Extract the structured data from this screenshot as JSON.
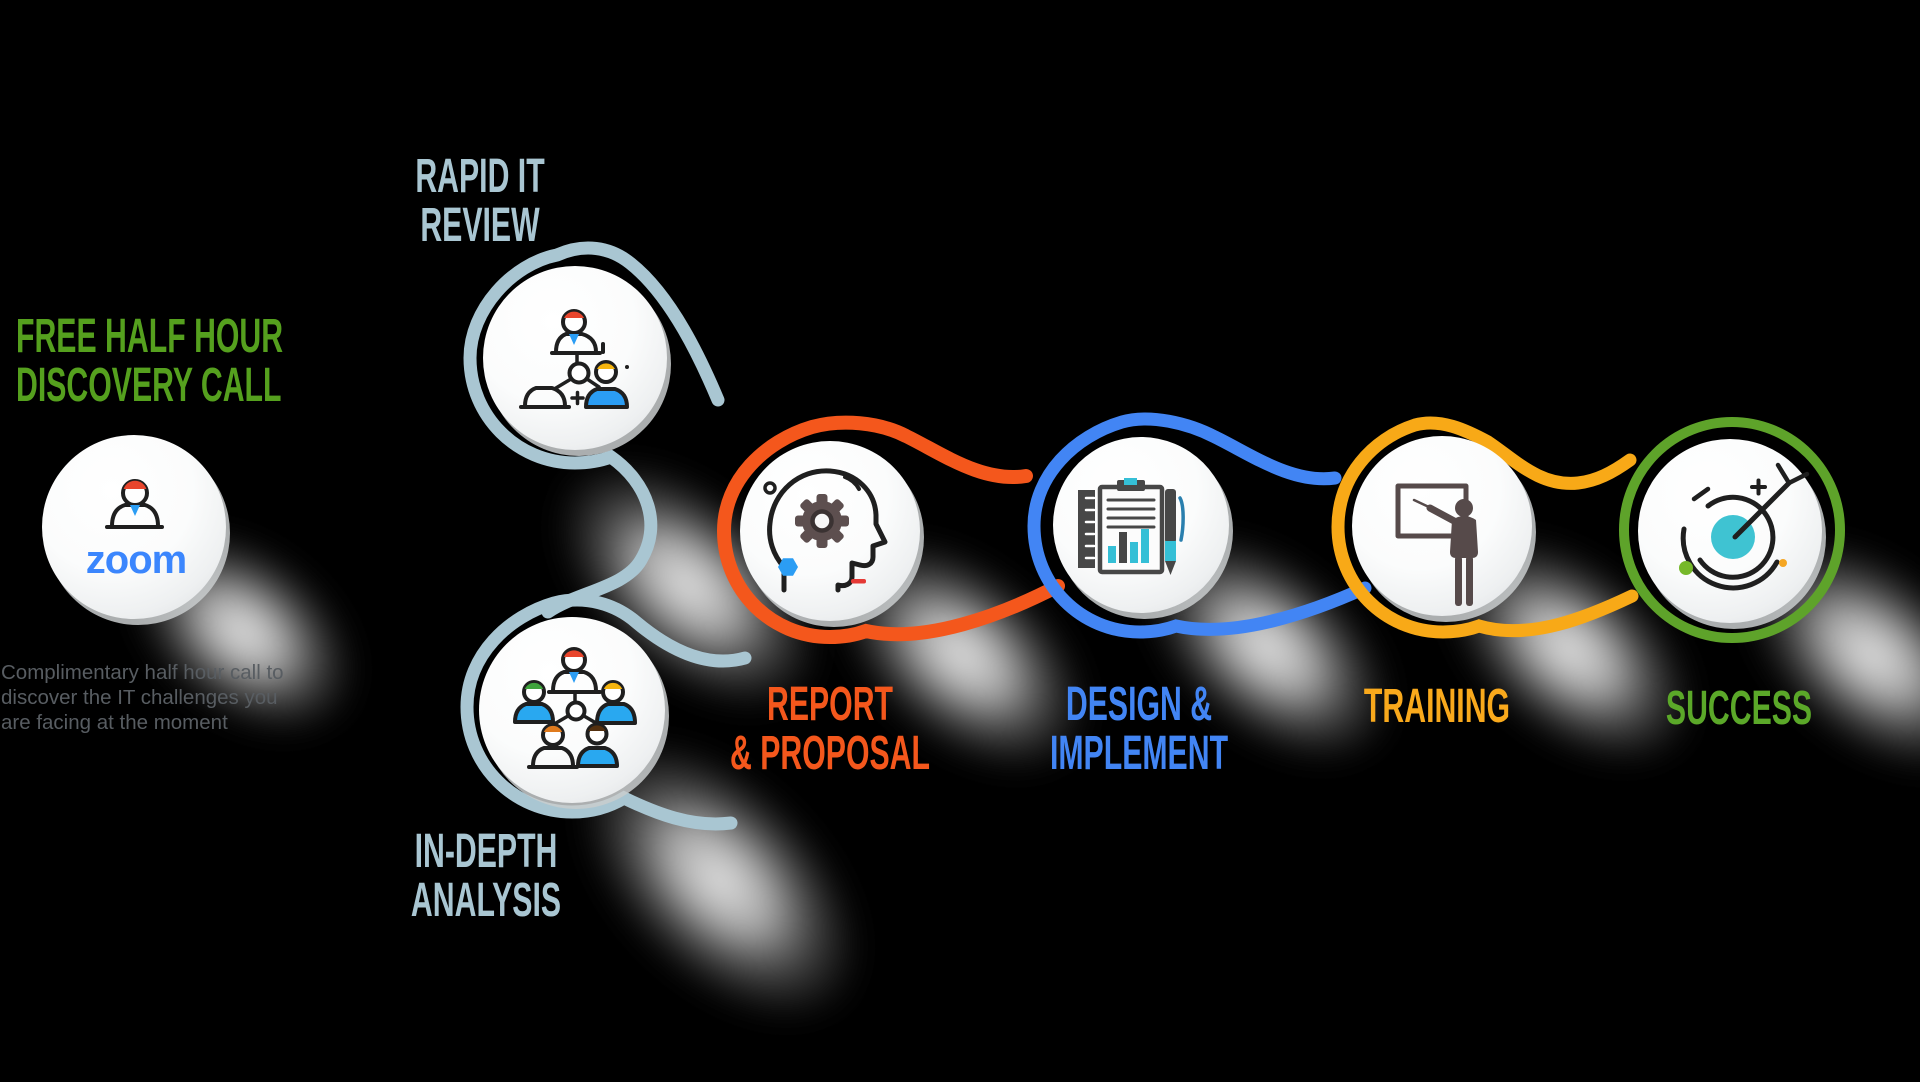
{
  "canvas": {
    "background_color": "#000000"
  },
  "connectors": {
    "light_blue": "#a9c6d2",
    "orange": "#f4571c",
    "blue": "#4285f4",
    "yellow": "#f8a917",
    "green": "#5ea32a"
  },
  "steps": {
    "discovery": {
      "title_line1": "FREE HALF HOUR",
      "title_line2": "DISCOVERY CALL",
      "title_color": "#55a01e",
      "brand": "zoom",
      "brand_color": "#3b86fd",
      "description_line1": "Complimentary half hour call to",
      "description_line2": "discover the IT challenges you",
      "description_line3": "are facing at the moment",
      "description_color": "#585d62",
      "icon": "person-avatar-icon"
    },
    "rapid_it_review": {
      "title_line1": "RAPID IT",
      "title_line2": "REVIEW",
      "title_color": "#a9c6d2",
      "icon": "team-hierarchy-icon"
    },
    "in_depth_analysis": {
      "title_line1": "IN-DEPTH",
      "title_line2": "ANALYSIS",
      "title_color": "#a9c6d2",
      "icon": "group-people-icon"
    },
    "report_proposal": {
      "title_line1": "REPORT",
      "title_line2": "& PROPOSAL",
      "title_color": "#f4571c",
      "icon": "head-gear-icon"
    },
    "design_implement": {
      "title_line1": "DESIGN &",
      "title_line2": "IMPLEMENT",
      "title_color": "#4285f4",
      "icon": "clipboard-chart-icon"
    },
    "training": {
      "title_line1": "TRAINING",
      "title_color": "#f9a91c",
      "icon": "presenter-whiteboard-icon"
    },
    "success": {
      "title_line1": "SUCCESS",
      "title_color": "#5ba829",
      "icon": "target-arrow-icon"
    }
  }
}
